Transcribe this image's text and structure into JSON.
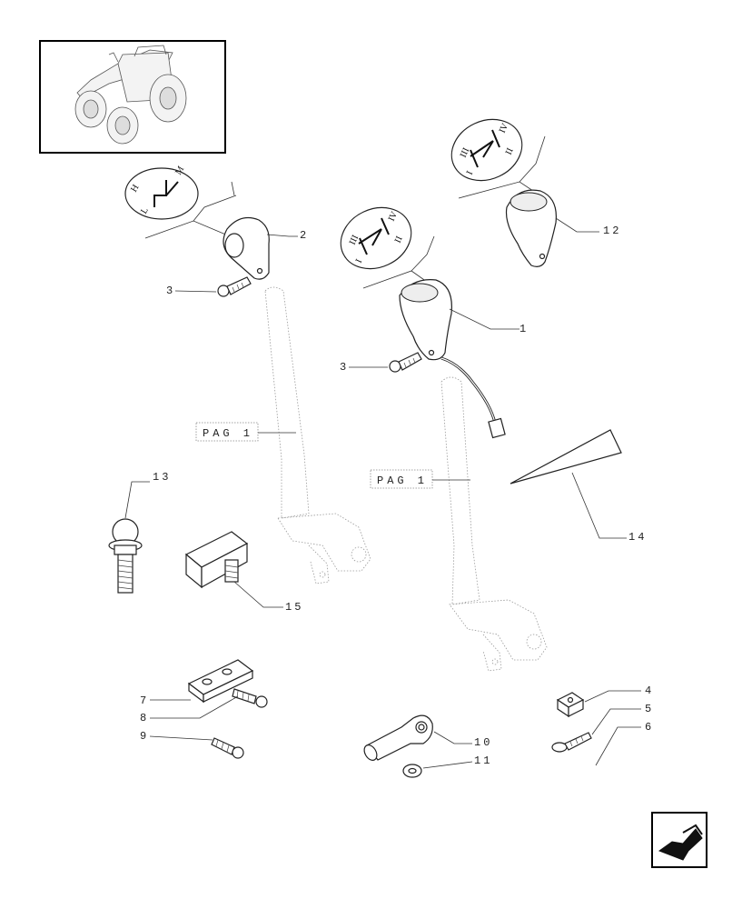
{
  "callouts": {
    "c1": "1",
    "c2": "2",
    "c3a": "3",
    "c3b": "3",
    "c4": "4",
    "c5": "5",
    "c6": "6",
    "c7": "7",
    "c8": "8",
    "c9": "9",
    "c10": "10",
    "c11": "11",
    "c12": "12",
    "c13": "13",
    "c14": "14",
    "c15": "15"
  },
  "page_refs": {
    "left": "PAG 1",
    "right": "PAG 1"
  },
  "shift_patterns": {
    "left": [
      "H",
      "L",
      "M"
    ],
    "middle": [
      "I",
      "II",
      "III",
      "IV"
    ],
    "right": [
      "I",
      "II",
      "III",
      "IV"
    ]
  },
  "icons": {
    "thumbnail": "tractor-thumbnail",
    "nav": "arrow-back-icon"
  }
}
